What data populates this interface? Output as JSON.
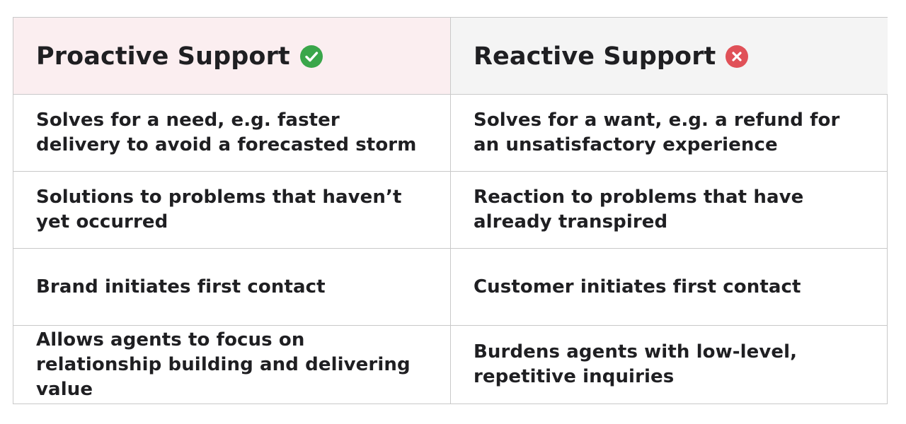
{
  "headers": {
    "proactive": {
      "label": "Proactive Support",
      "icon": "check-circle-icon",
      "icon_color": "#3aa64a",
      "background": "#fbeef0"
    },
    "reactive": {
      "label": "Reactive Support",
      "icon": "x-circle-icon",
      "icon_color": "#e05158",
      "background": "#f4f4f4"
    }
  },
  "rows": [
    {
      "proactive": "Solves for a need, e.g. faster delivery to avoid a forecasted storm",
      "reactive": "Solves for a want, e.g. a refund for an unsatisfactory experience"
    },
    {
      "proactive": "Solutions to problems that haven’t yet occurred",
      "reactive": "Reaction to problems that have already transpired"
    },
    {
      "proactive": "Brand initiates first contact",
      "reactive": "Customer initiates first contact"
    },
    {
      "proactive": "Allows agents to focus on relationship building and delivering value",
      "reactive": "Burdens agents with low-level, repetitive inquiries"
    }
  ]
}
